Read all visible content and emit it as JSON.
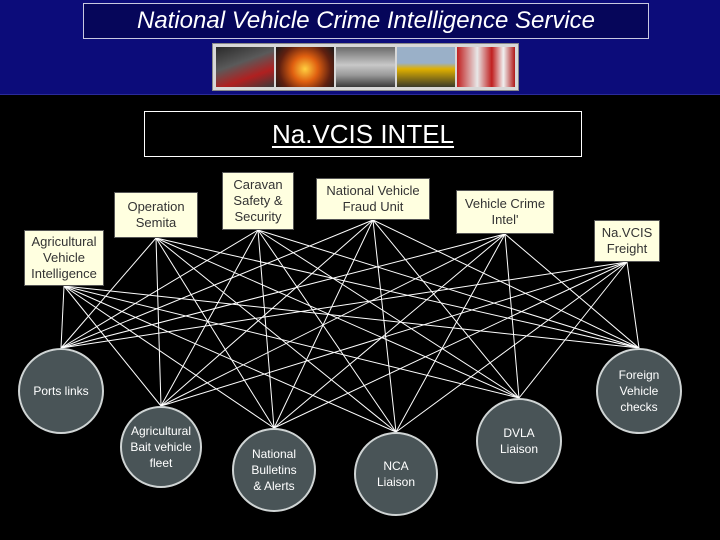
{
  "title": "National Vehicle Crime Intelligence Service",
  "hub": {
    "label": "Na.VCIS INTEL"
  },
  "colors": {
    "header_bg": "#0c0c7a",
    "box_bg": "#ffffe0",
    "circle_bg": "#495457",
    "line": "#ffffff"
  },
  "top_nodes": [
    {
      "id": "n1",
      "label": "Agricultural\nVehicle\nIntelligence"
    },
    {
      "id": "n2",
      "label": "Operation\nSemita"
    },
    {
      "id": "n3",
      "label": "Caravan\nSafety &\nSecurity"
    },
    {
      "id": "n4",
      "label": "National Vehicle\nFraud Unit"
    },
    {
      "id": "n5",
      "label": "Vehicle Crime\nIntel'"
    },
    {
      "id": "n6",
      "label": "Na.VCIS\nFreight"
    }
  ],
  "bottom_nodes": [
    {
      "id": "c1",
      "label": "Ports links"
    },
    {
      "id": "c2",
      "label": "Agricultural\nBait vehicle\nfleet"
    },
    {
      "id": "c3",
      "label": "National\nBulletins\n& Alerts"
    },
    {
      "id": "c4",
      "label": "NCA\nLiaison"
    },
    {
      "id": "c5",
      "label": "DVLA\nLiaison"
    },
    {
      "id": "c6",
      "label": "Foreign\nVehicle\nchecks"
    }
  ]
}
